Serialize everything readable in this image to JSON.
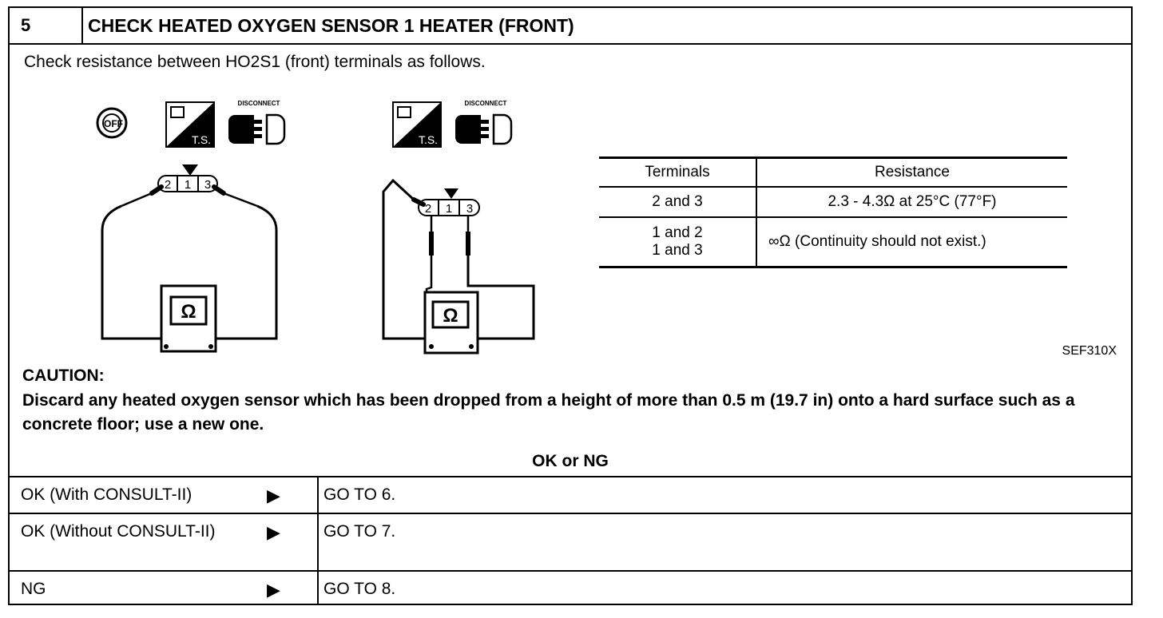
{
  "step": {
    "number": "5",
    "title": "CHECK HEATED OXYGEN SENSOR 1 HEATER (FRONT)",
    "intro": "Check resistance between HO2S1 (front) terminals as follows."
  },
  "diagram": {
    "icons": {
      "ignition_label": "OFF",
      "ts_label": "T.S.",
      "disconnect_label": "DISCONNECT"
    },
    "connector_terminals": [
      "2",
      "1",
      "3"
    ],
    "meter_symbol": "Ω",
    "reference_code": "SEF310X"
  },
  "resistance_table": {
    "headers": [
      "Terminals",
      "Resistance"
    ],
    "rows": [
      {
        "terminals_line1": "2 and 3",
        "terminals_line2": "",
        "resistance": "2.3 - 4.3Ω at 25°C (77°F)"
      },
      {
        "terminals_line1": "1 and 2",
        "terminals_line2": "1 and 3",
        "resistance": "∞Ω (Continuity should not exist.)"
      }
    ]
  },
  "caution": {
    "title": "CAUTION:",
    "text": "Discard any heated oxygen sensor which has been dropped from a height of more than 0.5 m (19.7 in) onto a hard surface such as a concrete floor; use a new one."
  },
  "result": {
    "heading": "OK or NG",
    "arrow": "▶",
    "rows": [
      {
        "label": "OK (With CONSULT-II)",
        "action": "GO TO 6."
      },
      {
        "label": "OK (Without CONSULT-II)",
        "action": "GO TO 7."
      },
      {
        "label": "NG",
        "action": "GO TO 8."
      }
    ]
  }
}
